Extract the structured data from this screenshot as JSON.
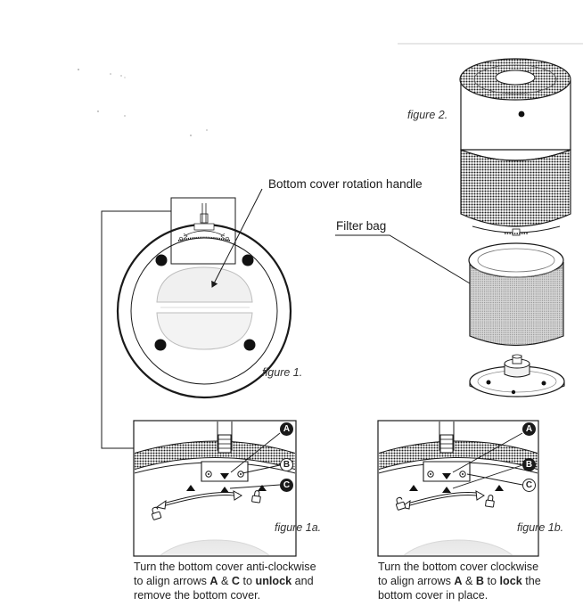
{
  "callouts": {
    "rotation_handle": "Bottom cover rotation handle",
    "filter_bag": "Filter bag"
  },
  "figures": {
    "fig1": "figure 1.",
    "fig1a": "figure 1a.",
    "fig1b": "figure 1b.",
    "fig2": "figure 2."
  },
  "markers": {
    "a": "A",
    "b": "B",
    "c": "C"
  },
  "captions": {
    "unlock": {
      "line1": "Turn the bottom cover anti-clockwise",
      "line2_pre": "to align arrows ",
      "line2_a": "A",
      "line2_amp": " & ",
      "line2_c": "C",
      "line2_to": " to ",
      "line2_action": "unlock",
      "line2_post": " and",
      "line3": "remove the bottom cover."
    },
    "lock": {
      "line1": "Turn the bottom cover clockwise",
      "line2_pre": "to align arrows ",
      "line2_a": "A",
      "line2_amp": " & ",
      "line2_b": "B",
      "line2_to": " to ",
      "line2_action": "lock",
      "line2_post": " the",
      "line3": "bottom cover in place."
    }
  },
  "colors": {
    "line": "#1a1a1a",
    "mesh": "#2a2a2a",
    "page": "#ffffff"
  }
}
